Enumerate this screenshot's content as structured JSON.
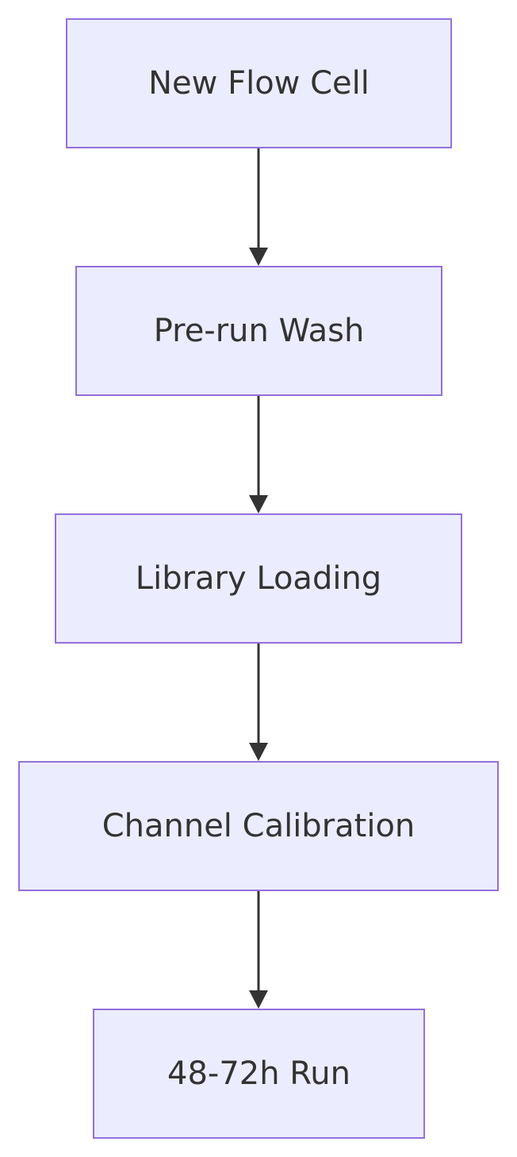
{
  "diagram": {
    "type": "flowchart",
    "direction": "top-down",
    "nodes": [
      {
        "id": "n1",
        "label": "New Flow Cell"
      },
      {
        "id": "n2",
        "label": "Pre-run Wash"
      },
      {
        "id": "n3",
        "label": "Library Loading"
      },
      {
        "id": "n4",
        "label": "Channel Calibration"
      },
      {
        "id": "n5",
        "label": "48-72h Run"
      }
    ],
    "edges": [
      {
        "from": "n1",
        "to": "n2"
      },
      {
        "from": "n2",
        "to": "n3"
      },
      {
        "from": "n3",
        "to": "n4"
      },
      {
        "from": "n4",
        "to": "n5"
      }
    ],
    "colors": {
      "node_fill": "#ececff",
      "node_border": "#9370db",
      "text": "#333333",
      "edge": "#333333"
    }
  }
}
